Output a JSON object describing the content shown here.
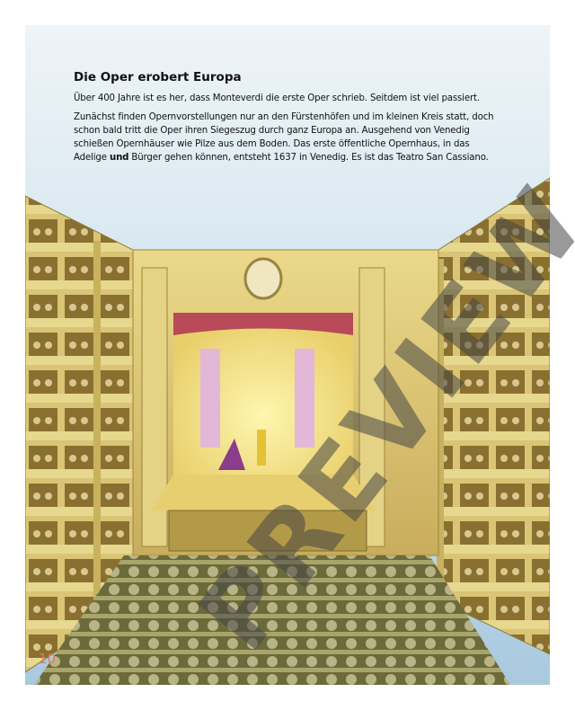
{
  "article": {
    "title": "Die Oper erobert Europa",
    "intro": "Über 400 Jahre ist es her, dass Monteverdi die erste Oper schrieb. Seitdem ist viel passiert.",
    "body_part1": "Zunächst finden Opernvorstellungen nur an den Fürstenhöfen und im kleinen Kreis statt, doch schon bald tritt die Oper ihren Siegeszug durch ganz Europa an. Ausgehend von Venedig schießen Opernhäuser wie Pilze aus dem Boden. Das erste öffentliche Opernhaus, in das Adelige ",
    "body_bold": "und",
    "body_part2": " Bürger gehen können, entsteht 1637 in Venedig. Es ist das Teatro San Cassiano."
  },
  "page_number": "10",
  "watermark": "PREVIEW"
}
